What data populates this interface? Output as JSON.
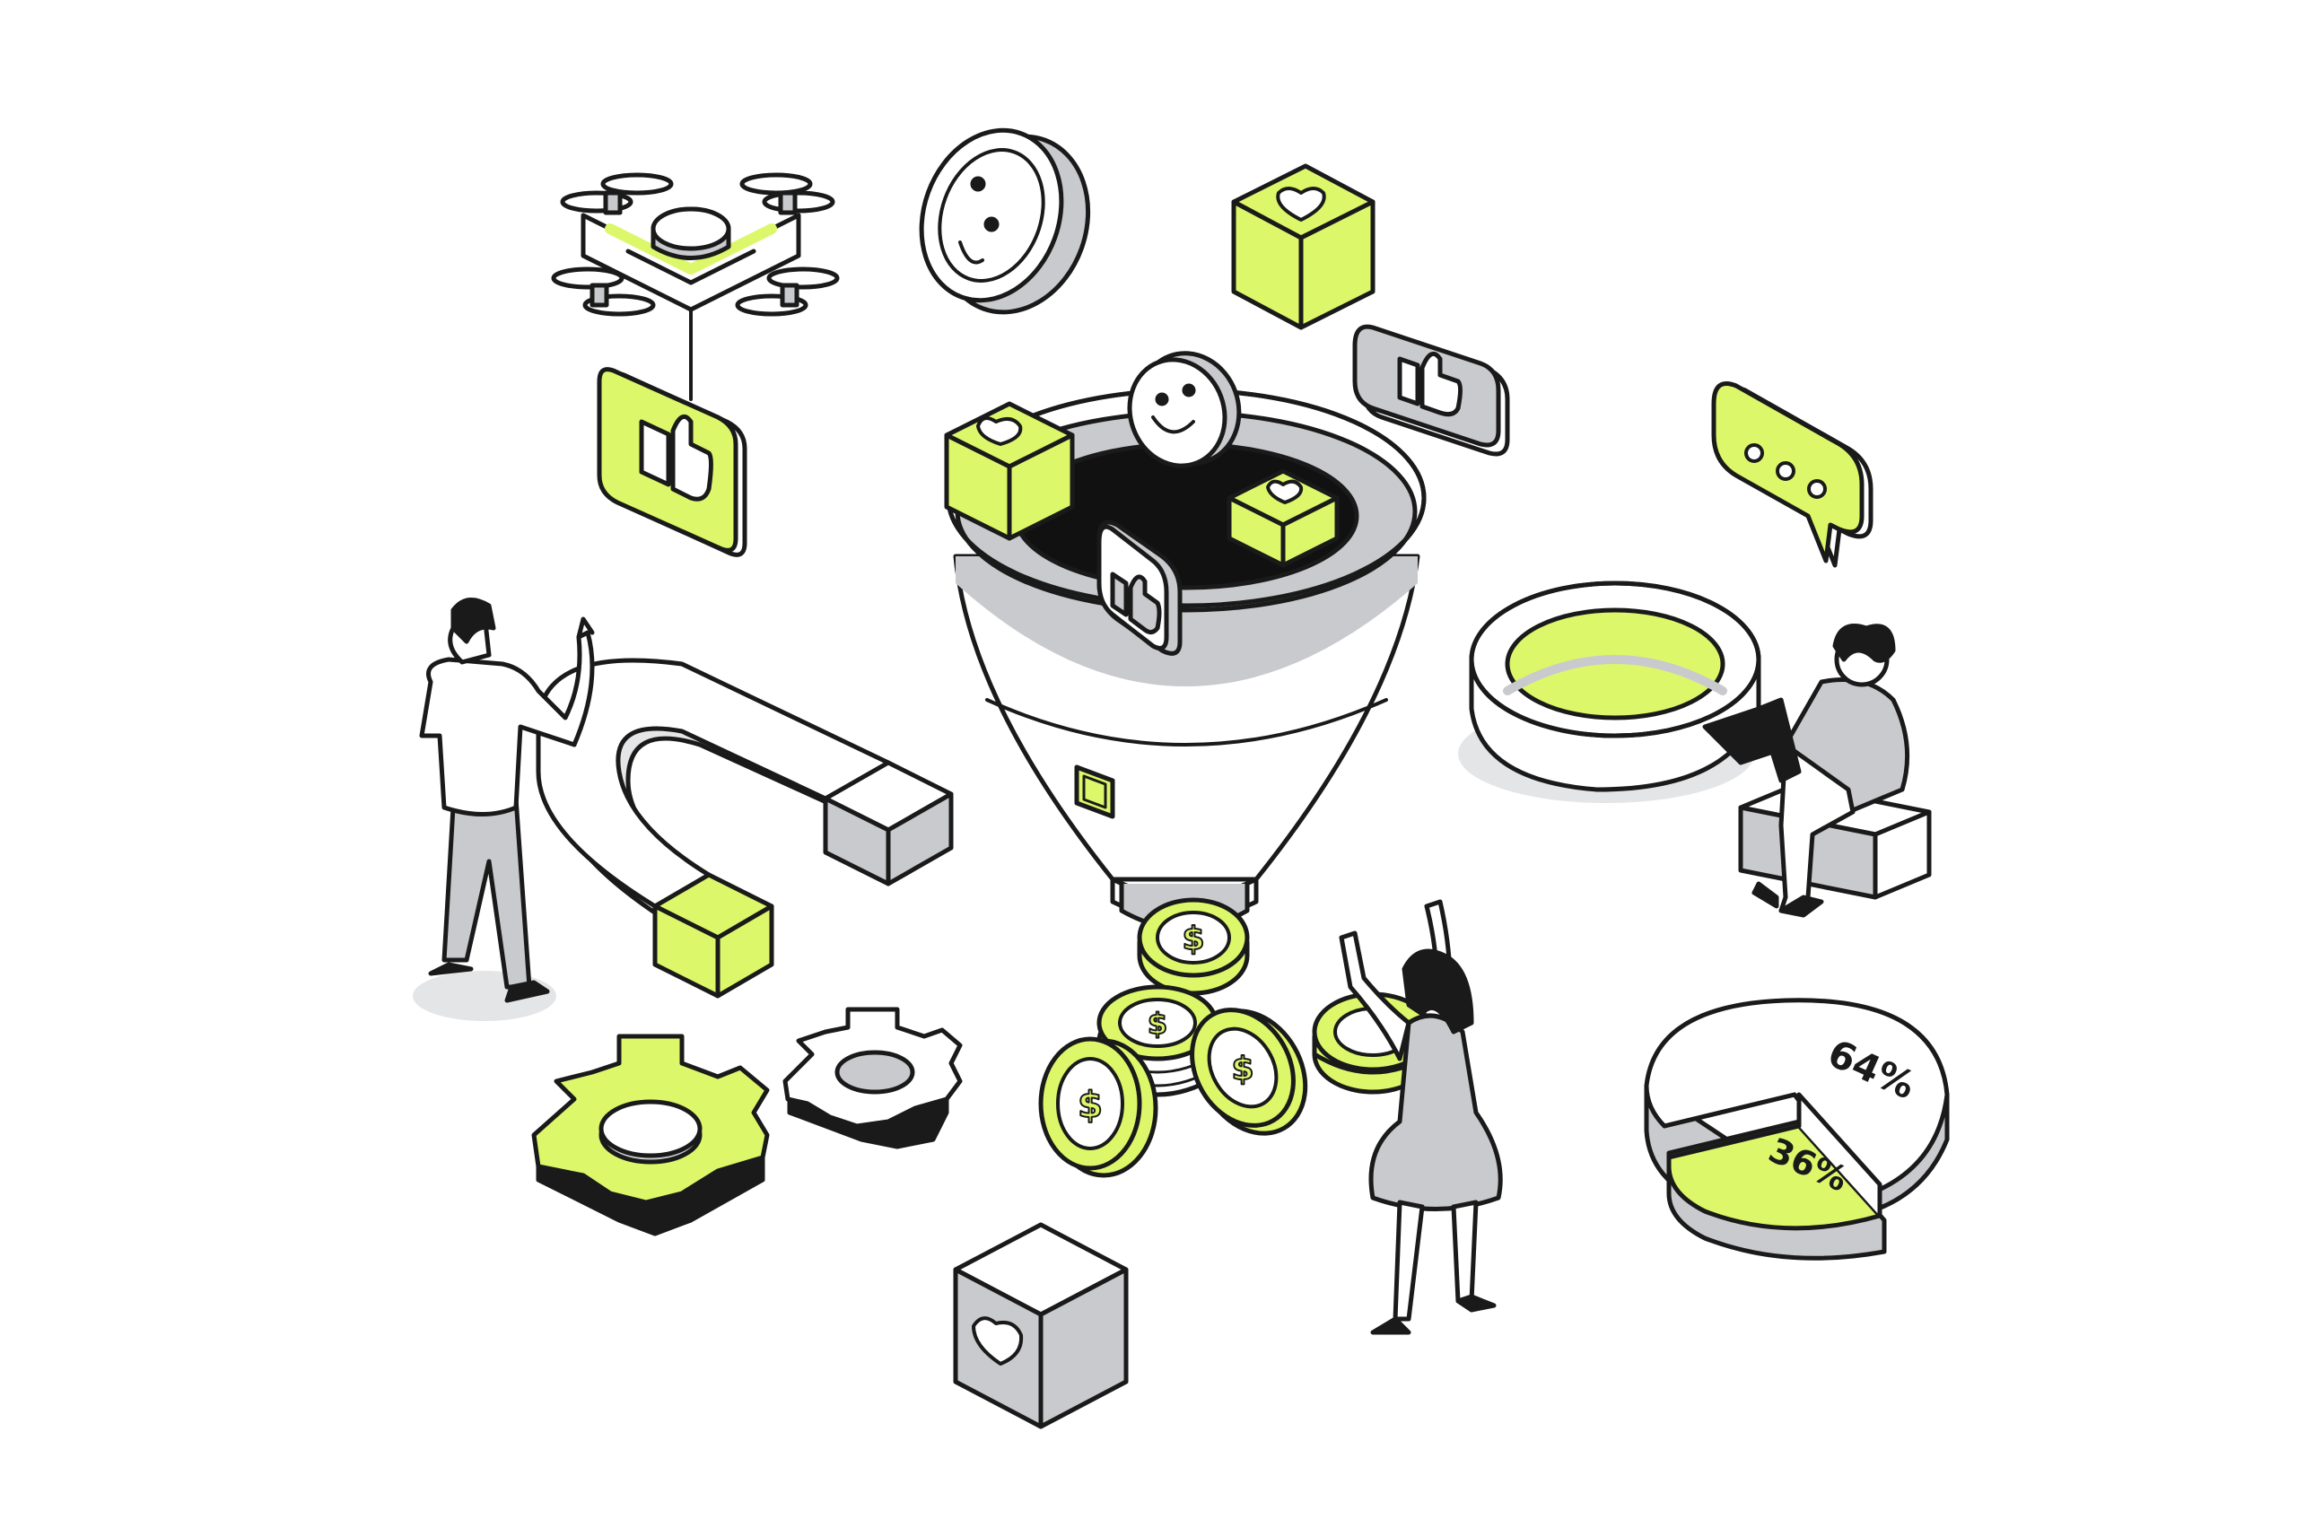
{
  "colors": {
    "accent": "#dcf76a",
    "ink": "#1a1a1a",
    "gray": "#c9cacd",
    "light_gray": "#e4e5e7",
    "white": "#ffffff"
  },
  "pie": {
    "label_large": "64%",
    "label_small": "36%",
    "share_large": 64,
    "share_small": 36
  },
  "icons": [
    "drone-icon",
    "magnet-icon",
    "funnel-icon",
    "coin-icon",
    "gear-icon",
    "thumbs-up-icon",
    "heart-box-icon",
    "smiley-icon",
    "chat-bubble-icon",
    "magnifier-icon",
    "pie-chart-icon"
  ]
}
